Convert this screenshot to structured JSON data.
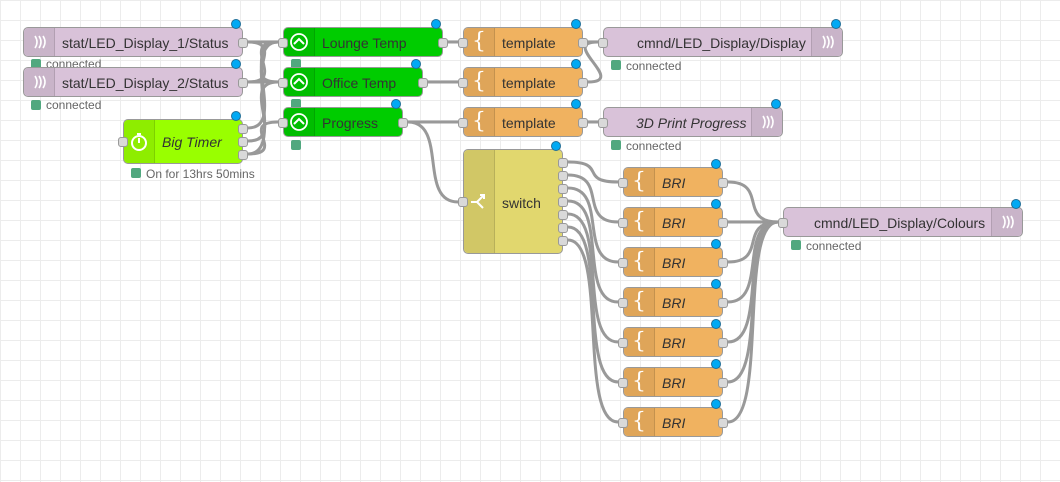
{
  "colors": {
    "mqtt": "#d9c2d9",
    "change": "#00cc00",
    "timer": "#99ff00",
    "template": "#f0b260",
    "switch": "#e1d76e",
    "wire": "#999999",
    "changed_dot": "#00a9f4",
    "status_connected": "#51a87f"
  },
  "nodes": {
    "in1": {
      "label": "stat/LED_Display_1/Status",
      "status": "connected",
      "icon": "mqtt-wave-icon"
    },
    "in2": {
      "label": "stat/LED_Display_2/Status",
      "status": "connected",
      "icon": "mqtt-wave-icon"
    },
    "timer": {
      "label": "Big Timer",
      "status": "On for 13hrs 50mins",
      "icon": "timer-icon"
    },
    "lounge": {
      "label": "Lounge Temp",
      "icon": "change-icon"
    },
    "office": {
      "label": "Office Temp",
      "icon": "change-icon"
    },
    "progress": {
      "label": "Progress",
      "icon": "change-icon"
    },
    "tpl1": {
      "label": "template",
      "icon": "template-brace-icon"
    },
    "tpl2": {
      "label": "template",
      "icon": "template-brace-icon"
    },
    "tpl3": {
      "label": "template",
      "icon": "template-brace-icon"
    },
    "out1": {
      "label": "cmnd/LED_Display/Display",
      "status": "connected",
      "icon": "mqtt-wave-icon"
    },
    "out2": {
      "label": "3D Print Progress",
      "status": "connected",
      "icon": "mqtt-wave-icon"
    },
    "switch": {
      "label": "switch",
      "icon": "switch-icon"
    },
    "bri": [
      "BRI",
      "BRI",
      "BRI",
      "BRI",
      "BRI",
      "BRI",
      "BRI"
    ],
    "out3": {
      "label": "cmnd/LED_Display/Colours",
      "status": "connected",
      "icon": "mqtt-wave-icon"
    }
  }
}
